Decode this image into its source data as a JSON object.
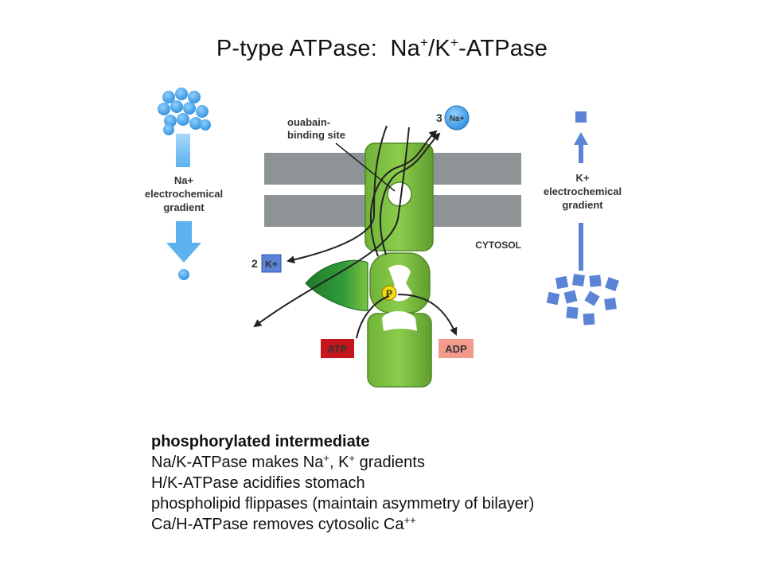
{
  "title": {
    "prefix": "P-type ATPase:",
    "na": "Na",
    "plus": "+",
    "slash": "/K",
    "plus2": "+",
    "suffix": "-ATPase"
  },
  "figure": {
    "na_gradient": {
      "ion": "Na+",
      "line1": "electrochemical",
      "line2": "gradient"
    },
    "k_gradient": {
      "ion": "K+",
      "line1": "electrochemical",
      "line2": "gradient"
    },
    "ouabain_line1": "ouabain-",
    "ouabain_line2": "binding site",
    "na_count": "3",
    "na_token": "Na+",
    "k_count": "2",
    "k_token": "K+",
    "cytosol": "CYTOSOL",
    "phosphate": "P",
    "atp": "ATP",
    "adp": "ADP",
    "colors": {
      "protein": "#7dc242",
      "protein_dark": "#5b9a2c",
      "membrane": "#8e9495",
      "na_blue": "#3fa0e4",
      "k_blue": "#5b84d6",
      "atp_red": "#c4161c",
      "adp_pink": "#f29b8c",
      "phosphate_yellow": "#f5d90a"
    }
  },
  "notes": {
    "heading": "phosphorylated intermediate",
    "line1_a": "Na/K-ATPase makes Na",
    "line1_b": "+",
    "line1_c": ", K",
    "line1_d": "+",
    "line1_e": " gradients",
    "line2": "H/K-ATPase acidifies stomach",
    "line3": "phospholipid flippases (maintain asymmetry of bilayer)",
    "line4_a": "Ca/H-ATPase removes cytosolic Ca",
    "line4_b": "++"
  }
}
